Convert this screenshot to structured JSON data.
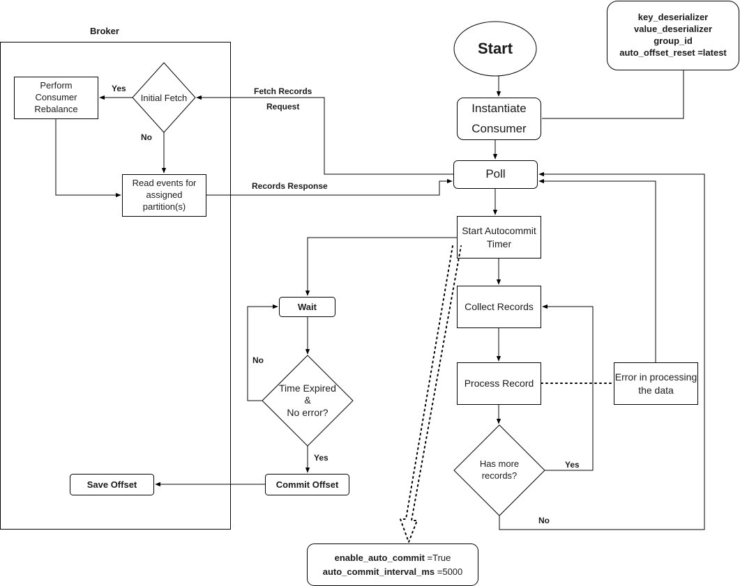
{
  "broker": {
    "title": "Broker"
  },
  "nodes": {
    "start": "Start",
    "config": "key_deserializer\nvalue_deserializer\ngroup_id\nauto_offset_reset =latest",
    "instantiate": "Instantiate\nConsumer",
    "poll": "Poll",
    "start_timer": "Start Autocommit\nTimer",
    "collect": "Collect Records",
    "process": "Process Record",
    "error": "Error in processing\nthe data",
    "has_more": "Has more\nrecords?",
    "wait": "Wait",
    "time_expired": "Time Expired\n&\nNo error?",
    "commit": "Commit Offset",
    "save": "Save Offset",
    "initial_fetch": "Initial Fetch",
    "rebalance": "Perform\nConsumer\nRebalance",
    "read_events": "Read events for\nassigned\npartition(s)",
    "autocommit_key1": "enable_auto_commit",
    "autocommit_val1": " =True",
    "autocommit_key2": "auto_commit_interval_ms",
    "autocommit_val2": " =5000"
  },
  "edge_labels": {
    "fetch_records": "Fetch Records",
    "request": "Request",
    "records_response": "Records Response",
    "rebalance_yes": "Yes",
    "initial_no": "No",
    "wait_no": "No",
    "commit_yes": "Yes",
    "more_yes": "Yes",
    "more_no": "No"
  }
}
